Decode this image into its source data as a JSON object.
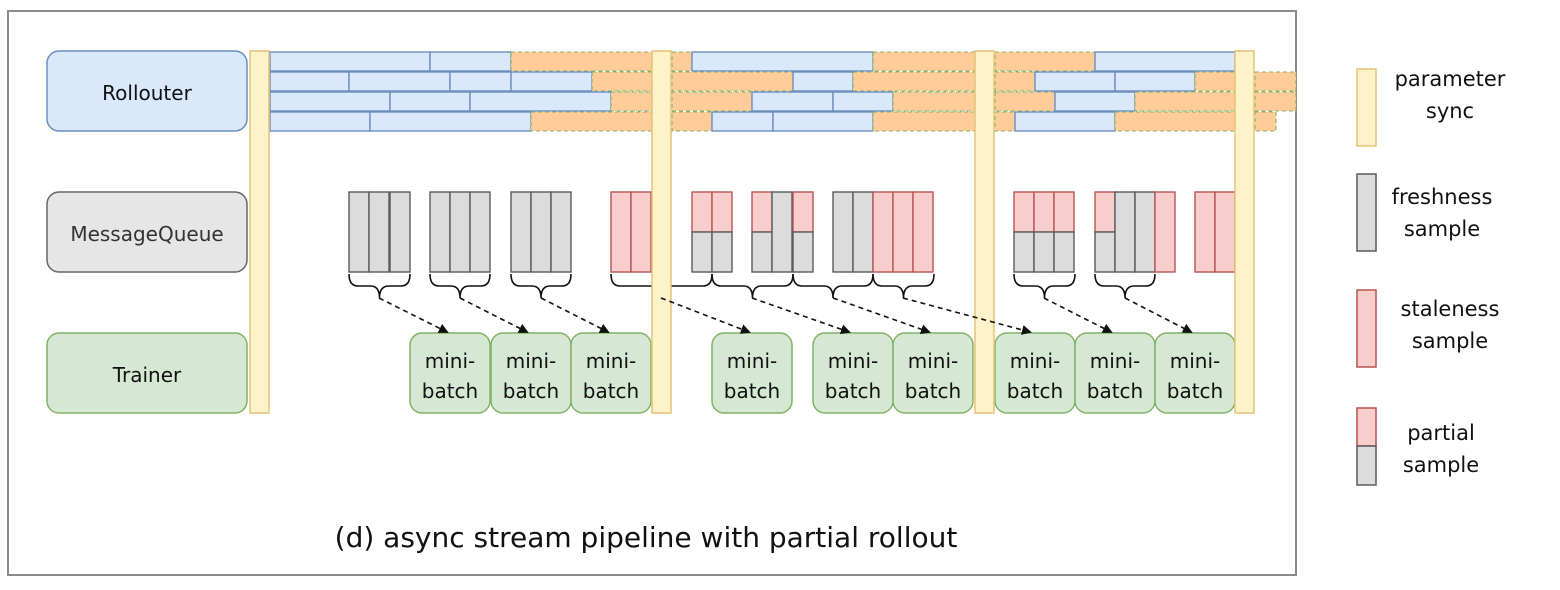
{
  "lanes": {
    "rollouter": "Rollouter",
    "message_queue": "MessageQueue",
    "trainer": "Trainer"
  },
  "minibatch": {
    "line1": "mini-",
    "line2": "batch"
  },
  "caption": "(d) async stream pipeline with partial rollout",
  "legend": [
    {
      "id": "parameter-sync",
      "line1": "parameter",
      "line2": "sync",
      "fill": "#fdf2c8",
      "stroke": "#e4c476"
    },
    {
      "id": "freshness-sample",
      "line1": "freshness",
      "line2": "sample",
      "fill": "#dcdcdc",
      "stroke": "#5a5a5a"
    },
    {
      "id": "staleness-sample",
      "line1": "staleness",
      "line2": "sample",
      "fill": "#f8cecc",
      "stroke": "#b85450"
    },
    {
      "id": "partial-sample",
      "line1": "partial",
      "line2": "sample",
      "fill_top": "#f8cecc",
      "fill_bottom": "#dcdcdc",
      "stroke": "#5a5a5a"
    }
  ],
  "colors": {
    "rollouter_fill": "#dae8fc",
    "rollouter_stroke": "#6c8ebf",
    "queue_fill": "#e6e6e6",
    "queue_stroke": "#666666",
    "trainer_fill": "#d5e8d4",
    "trainer_stroke": "#82b366",
    "partial_fill": "#ffcc99",
    "partial_stroke": "#82b366",
    "sync_fill": "#fdf2c8",
    "sync_stroke": "#e4c476",
    "fresh_fill": "#dcdcdc",
    "fresh_stroke": "#5a5a5a",
    "stale_fill": "#f8cecc",
    "stale_stroke": "#b85450"
  }
}
